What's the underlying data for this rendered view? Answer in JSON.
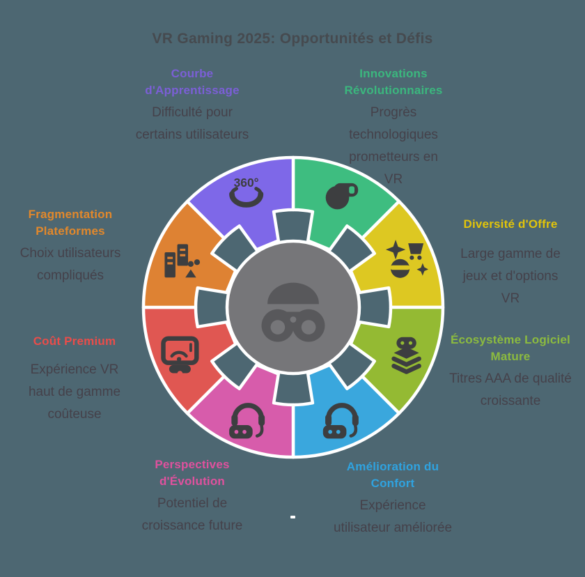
{
  "title": "VR Gaming 2025: Opportunités et Défis",
  "title_color": "#464a4f",
  "background_color": "#4d6772",
  "body_text_color": "#45414a",
  "wheel": {
    "stroke_color": "#ffffff",
    "icon_color": "#3d3e40",
    "center_color": "#767679",
    "center_icon_color": "#58585b",
    "center_icon": "vr-mask"
  },
  "segments": [
    {
      "id": "innovations",
      "heading": "Innovations Révolutionnaires",
      "body": "Progrès technologiques prometteurs en VR",
      "color": "#3ebd80",
      "heading_color": "#3bb77e",
      "icon": "head-vr"
    },
    {
      "id": "diversite",
      "heading": "Diversité d'Offre",
      "body": "Large gamme de jeux et d'options VR",
      "color": "#ddc822",
      "heading_color": "#e2c40a",
      "icon": "sparkle-cart"
    },
    {
      "id": "ecosysteme",
      "heading": "Écosystème Logiciel Mature",
      "body": "Titres AAA de qualité croissante",
      "color": "#94ba33",
      "heading_color": "#8cbb3f",
      "icon": "layers-gamepad"
    },
    {
      "id": "amelioration",
      "heading": "Amélioration du Confort",
      "body": "Expérience utilisateur améliorée",
      "color": "#3aa7dd",
      "heading_color": "#2fa3e0",
      "icon": "headset-audio"
    },
    {
      "id": "perspectives",
      "heading": "Perspectives d'Évolution",
      "body": "Potentiel de croissance future",
      "color": "#d75cab",
      "heading_color": "#e0519e",
      "icon": "headset-audio"
    },
    {
      "id": "cout",
      "heading": "Coût Premium",
      "body": "Expérience VR haut de gamme coûteuse",
      "color": "#e05752",
      "heading_color": "#ea4d4a",
      "icon": "screen-cast"
    },
    {
      "id": "fragmentation",
      "heading": "Fragmentation Plateformes",
      "body": "Choix utilisateurs compliqués",
      "color": "#de8233",
      "heading_color": "#e2882b",
      "icon": "buildings"
    },
    {
      "id": "courbe",
      "heading": "Courbe d'Apprentissage",
      "body": "Difficulté pour certains utilisateurs",
      "color": "#7e68e8",
      "heading_color": "#7b5fd6",
      "icon": "vr-360"
    }
  ]
}
